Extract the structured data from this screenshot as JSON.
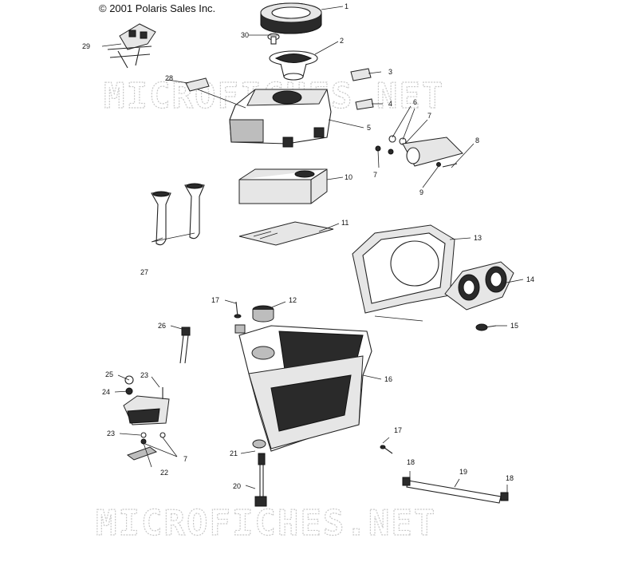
{
  "copyright": "© 2001 Polaris Sales Inc.",
  "watermark": "MICROFICHES.NET",
  "callouts": [
    "1",
    "2",
    "3",
    "4",
    "5",
    "6",
    "7",
    "8",
    "9",
    "10",
    "11",
    "12",
    "13",
    "14",
    "15",
    "16",
    "17",
    "18",
    "19",
    "20",
    "21",
    "22",
    "23",
    "24",
    "25",
    "26",
    "27",
    "28",
    "29",
    "30"
  ]
}
